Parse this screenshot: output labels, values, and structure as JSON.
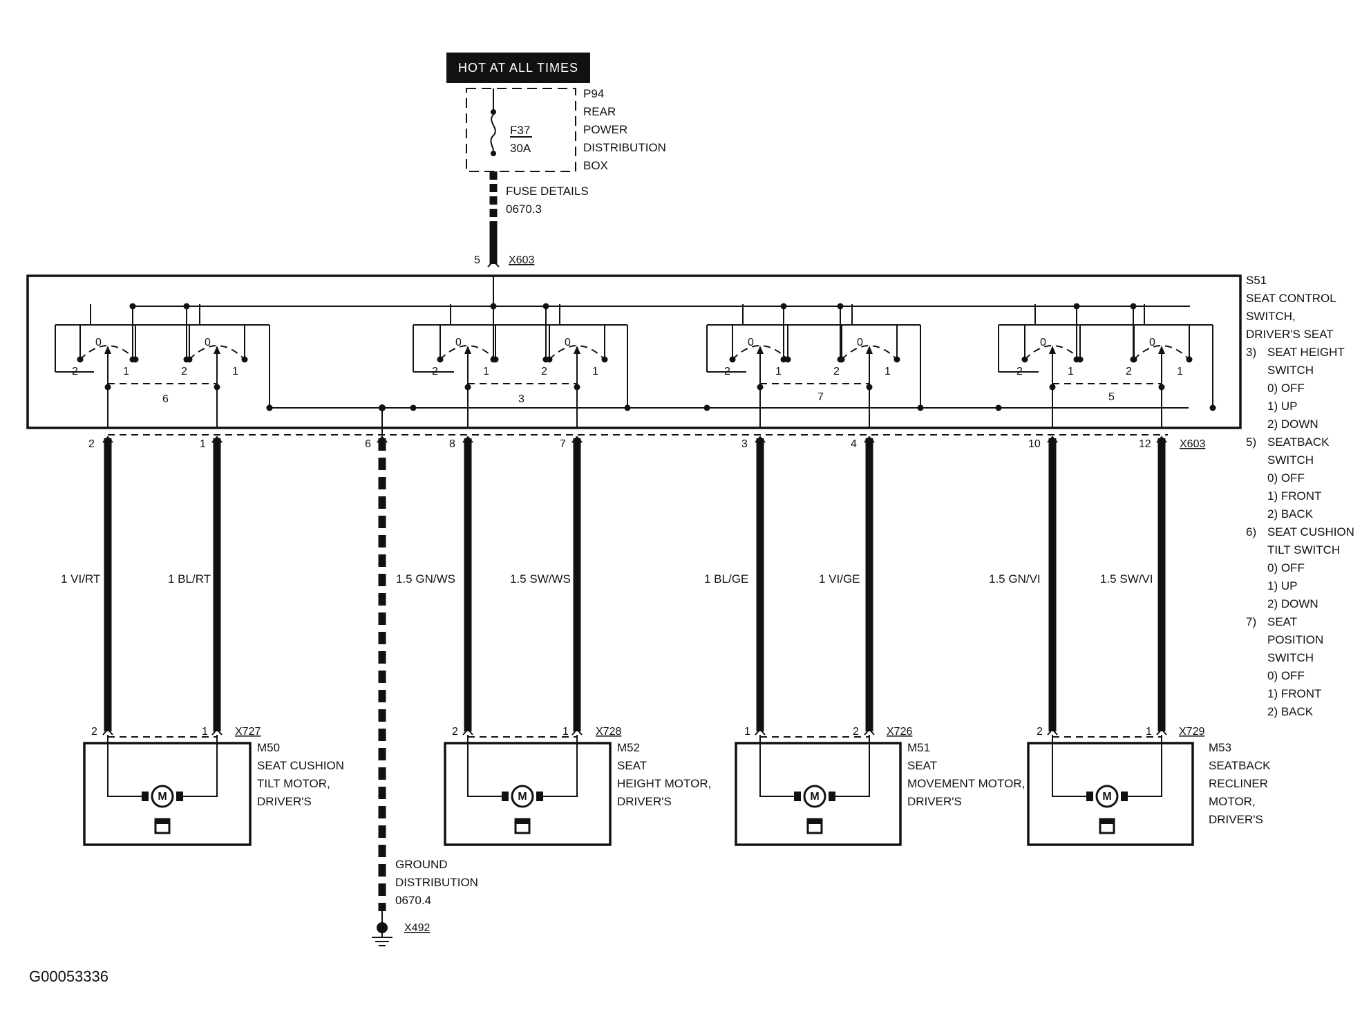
{
  "supply": {
    "hot_label": "HOT AT ALL TIMES",
    "fuse": {
      "id": "F37",
      "rating": "30A"
    },
    "box": {
      "lines": [
        "P94",
        "REAR",
        "POWER",
        "DISTRIBUTION",
        "BOX"
      ]
    },
    "fuse_ref": [
      "FUSE DETAILS",
      "0670.3"
    ],
    "feed_pin": "5",
    "feed_connector": "X603"
  },
  "switch": {
    "title_lines": [
      "S51",
      "SEAT CONTROL",
      "SWITCH,",
      "DRIVER'S SEAT"
    ],
    "sections": [
      {
        "no": "3)",
        "name_lines": [
          "SEAT HEIGHT",
          "SWITCH"
        ],
        "positions": [
          "0) OFF",
          "1) UP",
          "2) DOWN"
        ]
      },
      {
        "no": "5)",
        "name_lines": [
          "SEATBACK",
          "SWITCH"
        ],
        "positions": [
          "0) OFF",
          "1) FRONT",
          "2) BACK"
        ]
      },
      {
        "no": "6)",
        "name_lines": [
          "SEAT CUSHION",
          "TILT SWITCH"
        ],
        "positions": [
          "0) OFF",
          "1) UP",
          "2) DOWN"
        ]
      },
      {
        "no": "7)",
        "name_lines": [
          "SEAT",
          "POSITION",
          "SWITCH"
        ],
        "positions": [
          "0) OFF",
          "1) FRONT",
          "2) BACK"
        ]
      }
    ],
    "groups": [
      {
        "section_no": "6",
        "left_pos": [
          "0",
          "2",
          "1"
        ],
        "right_pos": [
          "0",
          "2",
          "1"
        ]
      },
      {
        "section_no": "3",
        "left_pos": [
          "0",
          "2",
          "1"
        ],
        "right_pos": [
          "0",
          "2",
          "1"
        ]
      },
      {
        "section_no": "7",
        "left_pos": [
          "0",
          "2",
          "1"
        ],
        "right_pos": [
          "0",
          "2",
          "1"
        ]
      },
      {
        "section_no": "5",
        "left_pos": [
          "0",
          "2",
          "1"
        ],
        "right_pos": [
          "0",
          "2",
          "1"
        ]
      }
    ],
    "out_connector": "X603"
  },
  "wires": [
    {
      "pin": "2",
      "label": "1 VI/RT",
      "motor_pin": "2"
    },
    {
      "pin": "1",
      "label": "1 BL/RT",
      "motor_pin": "1"
    },
    {
      "pin": "8",
      "label": "1.5 GN/WS",
      "motor_pin": "2"
    },
    {
      "pin": "7",
      "label": "1.5 SW/WS",
      "motor_pin": "1"
    },
    {
      "pin": "3",
      "label": "1 BL/GE",
      "motor_pin": "1"
    },
    {
      "pin": "4",
      "label": "1 VI/GE",
      "motor_pin": "2"
    },
    {
      "pin": "10",
      "label": "1.5 GN/VI",
      "motor_pin": "2"
    },
    {
      "pin": "12",
      "label": "1.5 SW/VI",
      "motor_pin": "1"
    }
  ],
  "ground": {
    "pin": "6",
    "lines": [
      "GROUND",
      "DISTRIBUTION",
      "0670.4"
    ],
    "connector": "X492"
  },
  "motors": [
    {
      "connector": "X727",
      "motor_symbol": "M",
      "lines": [
        "M50",
        "SEAT CUSHION",
        "TILT MOTOR,",
        "DRIVER'S"
      ]
    },
    {
      "connector": "X728",
      "motor_symbol": "M",
      "lines": [
        "M52",
        "SEAT",
        "HEIGHT MOTOR,",
        "DRIVER'S"
      ]
    },
    {
      "connector": "X726",
      "motor_symbol": "M",
      "lines": [
        "M51",
        "SEAT",
        "MOVEMENT MOTOR,",
        "DRIVER'S"
      ]
    },
    {
      "connector": "X729",
      "motor_symbol": "M",
      "lines": [
        "M53",
        "SEATBACK",
        "RECLINER",
        "MOTOR,",
        "DRIVER'S"
      ]
    }
  ],
  "figure_id": "G00053336"
}
